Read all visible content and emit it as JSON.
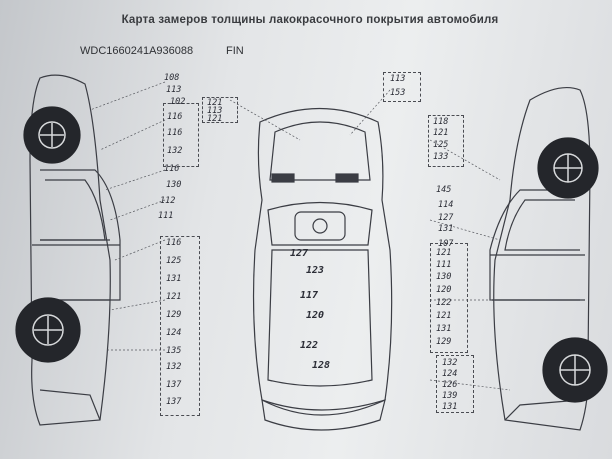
{
  "document": {
    "title": "Карта замеров толщины лакокрасочного покрытия автомобиля",
    "vin": "WDC1660241A936088",
    "fin_label": "FIN"
  },
  "measurements": {
    "left_side": [
      "108",
      "113",
      "102",
      "116",
      "116",
      "132",
      "116",
      "130",
      "112",
      "111"
    ],
    "left_bottom": [
      "116",
      "125",
      "131",
      "121",
      "129",
      "124",
      "135",
      "132",
      "137",
      "137"
    ],
    "center_top_left": [
      "121",
      "113",
      "121"
    ],
    "center_top_right": [
      "113",
      "153"
    ],
    "center_body": [
      "127",
      "123",
      "117",
      "120",
      "122",
      "128"
    ],
    "right_top": [
      "118",
      "121",
      "125",
      "133"
    ],
    "right_side": [
      "145",
      "114",
      "127",
      "131",
      "107"
    ],
    "right_middle": [
      "121",
      "111",
      "130",
      "120",
      "122",
      "121",
      "131",
      "129"
    ],
    "right_bottom": [
      "132",
      "124",
      "126",
      "139",
      "131"
    ]
  }
}
